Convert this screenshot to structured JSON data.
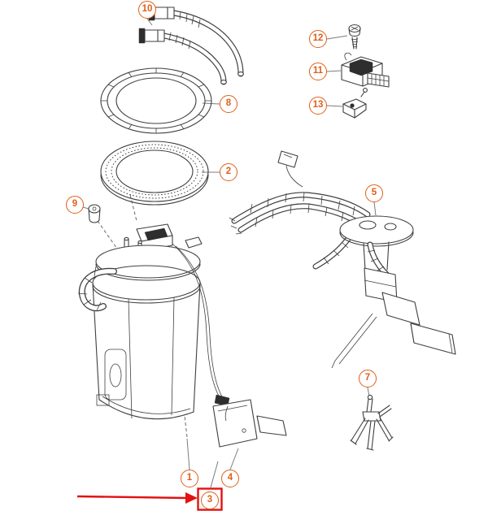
{
  "diagram": {
    "background": "#ffffff",
    "colors": {
      "callout_accent": "#de5f17",
      "line": "#3f3f3f",
      "highlight": "#e31111"
    },
    "callouts": [
      {
        "label": "10"
      },
      {
        "label": "8"
      },
      {
        "label": "2"
      },
      {
        "label": "9"
      },
      {
        "label": "12"
      },
      {
        "label": "11"
      },
      {
        "label": "13"
      },
      {
        "label": "5"
      },
      {
        "label": "7"
      },
      {
        "label": "1"
      },
      {
        "label": "4"
      },
      {
        "label": "3"
      }
    ],
    "annotation": {
      "type": "arrow-highlight",
      "target_label": "3"
    }
  }
}
